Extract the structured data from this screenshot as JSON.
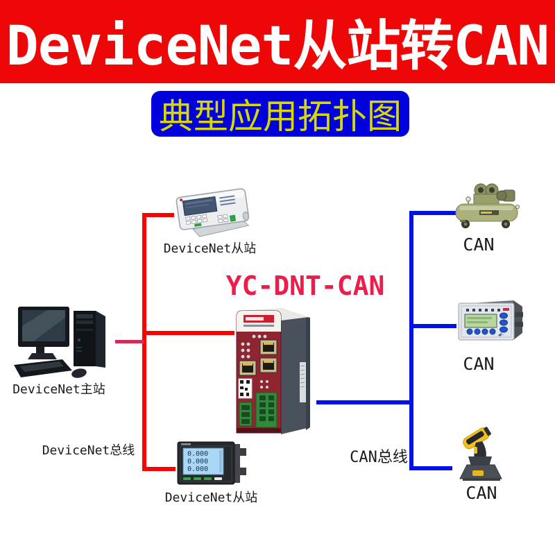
{
  "header": {
    "title": "DeviceNet从站转CAN"
  },
  "subtitle": {
    "text": "典型应用拓扑图"
  },
  "gateway": {
    "model": "YC-DNT-CAN",
    "type": "din-rail-gateway"
  },
  "buses": {
    "devicenet": {
      "label": "DeviceNet总线",
      "color": "#ff0000"
    },
    "can": {
      "label": "CAN总线",
      "color": "#0012e6"
    },
    "master_link_color": "#d02e58"
  },
  "nodes": {
    "master": {
      "label": "DeviceNet主站",
      "type": "desktop-pc"
    },
    "slave_top": {
      "label": "DeviceNet从站",
      "type": "weighing-indicator"
    },
    "slave_bottom": {
      "label": "DeviceNet从站",
      "type": "power-meter"
    },
    "can_top": {
      "label": "CAN",
      "type": "air-compressor"
    },
    "can_middle": {
      "label": "CAN",
      "type": "panel-controller"
    },
    "can_bottom": {
      "label": "CAN",
      "type": "barcode-scanner"
    }
  },
  "meter": {
    "display_rows": [
      "0.000",
      "0.000",
      "0.000"
    ]
  },
  "colors": {
    "banner_bg": "#ee0707",
    "banner_fg": "#ffffff",
    "subtitle_bg": "#0000dd",
    "subtitle_fg": "#d8d800",
    "model_fg": "#ed1c4a"
  }
}
